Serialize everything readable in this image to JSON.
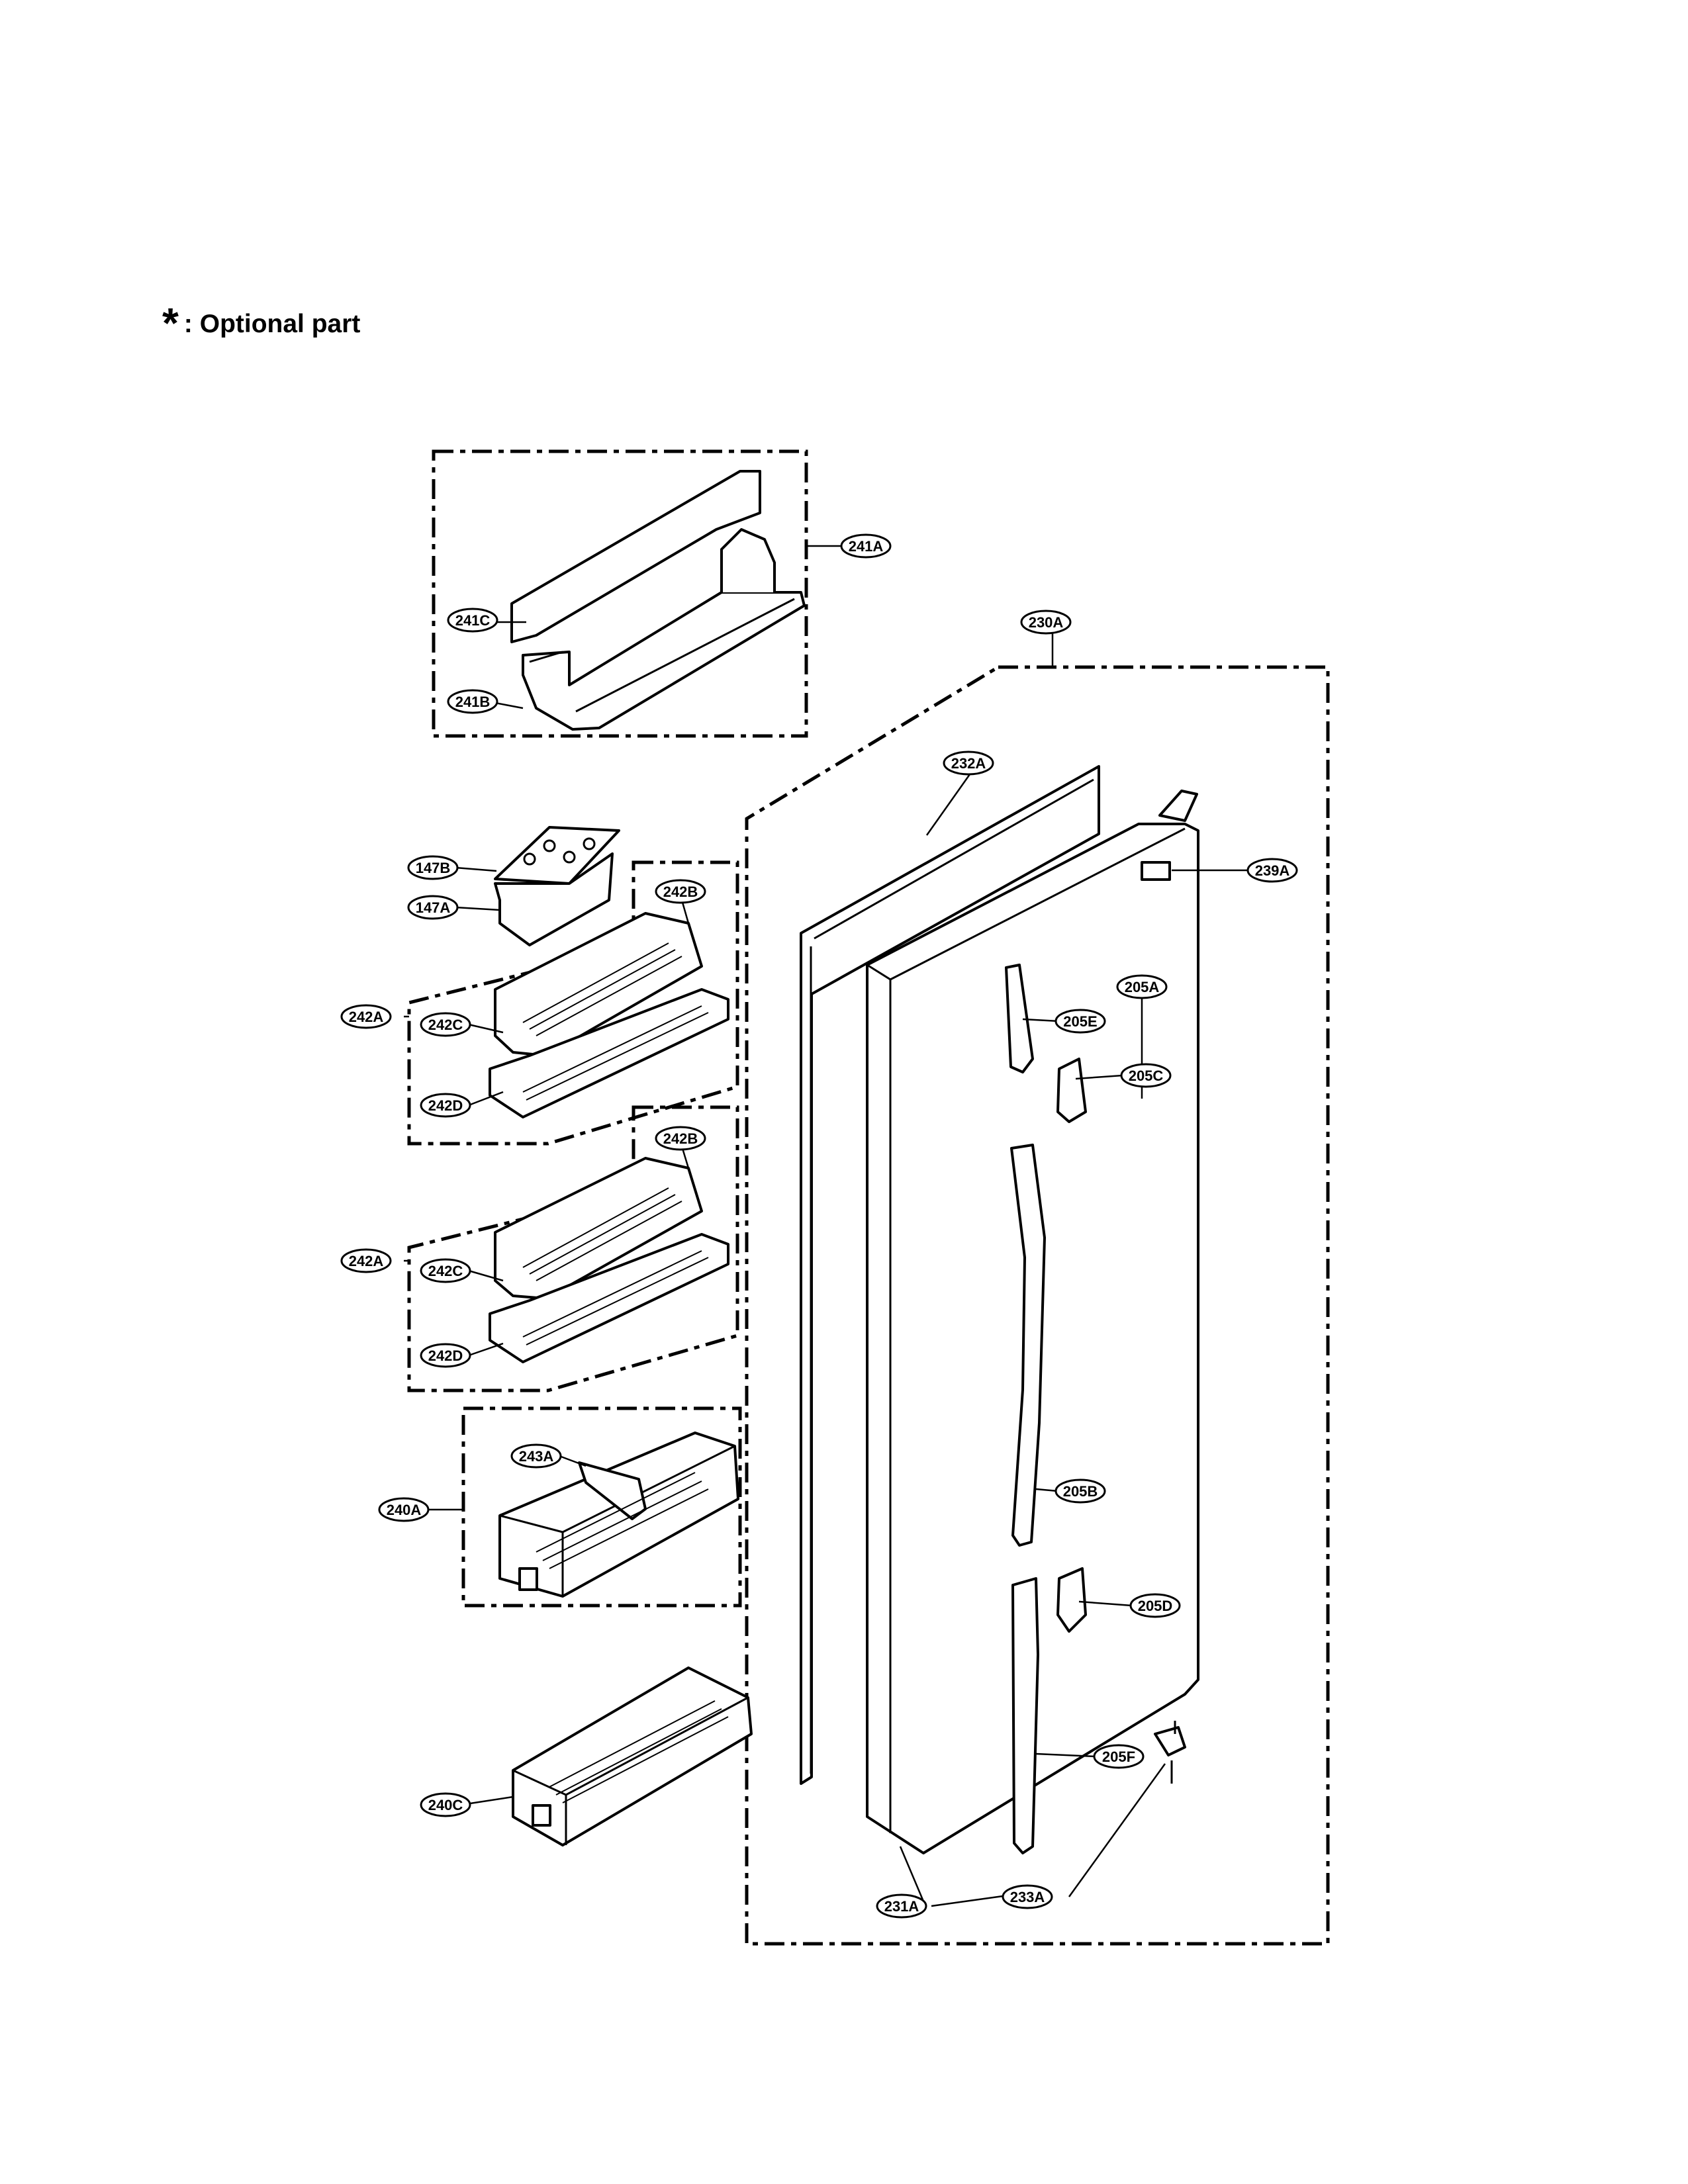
{
  "legend": {
    "symbol": "*",
    "text": ": Optional part"
  },
  "labels": [
    {
      "id": "lbl-241A",
      "text": "241A"
    },
    {
      "id": "lbl-241C",
      "text": "241C"
    },
    {
      "id": "lbl-241B",
      "text": "241B"
    },
    {
      "id": "lbl-230A",
      "text": "230A"
    },
    {
      "id": "lbl-232A",
      "text": "232A"
    },
    {
      "id": "lbl-239A",
      "text": "239A"
    },
    {
      "id": "lbl-147B",
      "text": "147B"
    },
    {
      "id": "lbl-147A",
      "text": "147A"
    },
    {
      "id": "lbl-242B-1",
      "text": "242B"
    },
    {
      "id": "lbl-242A-1",
      "text": "242A"
    },
    {
      "id": "lbl-242C-1",
      "text": "242C"
    },
    {
      "id": "lbl-242D-1",
      "text": "242D"
    },
    {
      "id": "lbl-205A",
      "text": "205A"
    },
    {
      "id": "lbl-205E",
      "text": "205E"
    },
    {
      "id": "lbl-205C",
      "text": "205C"
    },
    {
      "id": "lbl-242B-2",
      "text": "242B"
    },
    {
      "id": "lbl-242A-2",
      "text": "242A"
    },
    {
      "id": "lbl-242C-2",
      "text": "242C"
    },
    {
      "id": "lbl-242D-2",
      "text": "242D"
    },
    {
      "id": "lbl-243A",
      "text": "243A"
    },
    {
      "id": "lbl-240A",
      "text": "240A"
    },
    {
      "id": "lbl-205B",
      "text": "205B"
    },
    {
      "id": "lbl-205D",
      "text": "205D"
    },
    {
      "id": "lbl-205F",
      "text": "205F"
    },
    {
      "id": "lbl-240C",
      "text": "240C"
    },
    {
      "id": "lbl-231A",
      "text": "231A"
    },
    {
      "id": "lbl-233A",
      "text": "233A"
    }
  ]
}
